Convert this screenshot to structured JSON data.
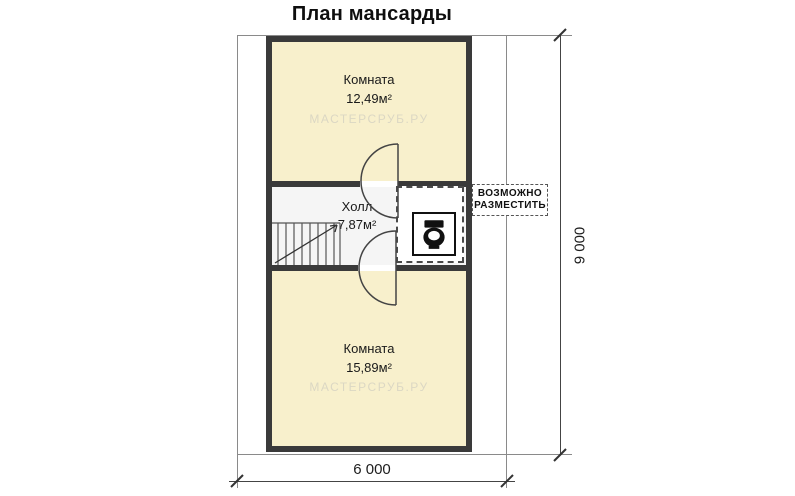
{
  "title": "План мансарды",
  "rooms": {
    "top": {
      "label": "Комната",
      "area": "12,49м²"
    },
    "hall": {
      "label": "Холл",
      "area": "7,87м²"
    },
    "bottom": {
      "label": "Комната",
      "area": "15,89м²"
    }
  },
  "stamp": {
    "line1": "ВОЗМОЖНО",
    "line2": "РАЗМЕСТИТЬ"
  },
  "dimensions": {
    "width": "6 000",
    "height": "9 000"
  },
  "watermark": "МАСТЕРСРУБ.РУ",
  "colors": {
    "room_fill": "#f8f0cc",
    "hall_fill": "#f5f5f5",
    "wall": "#3a3a3a",
    "dashed": "#4a4a4a"
  }
}
